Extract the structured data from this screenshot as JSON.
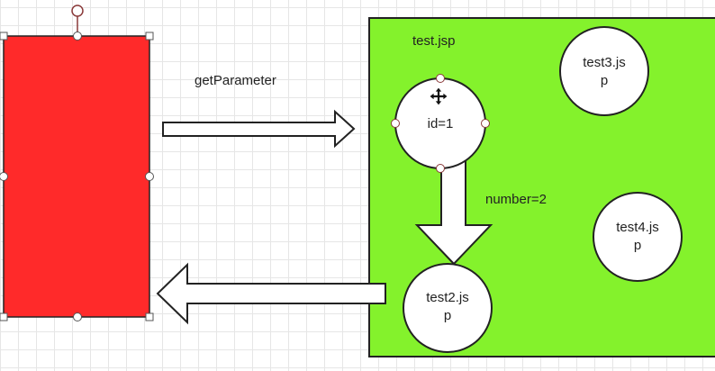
{
  "colors": {
    "left_box_fill": "#ff2a2a",
    "container_fill": "#84f22c",
    "circle_fill": "#ffffff",
    "stroke": "#222222",
    "selection_handle_stroke": "#8a3a3a"
  },
  "labels": {
    "get_parameter": "getParameter",
    "container_title": "test.jsp",
    "number_label": "number=2"
  },
  "circles": {
    "id": {
      "line1": "id=1",
      "line2": ""
    },
    "test2": {
      "line1": "test2.js",
      "line2": "p"
    },
    "test3": {
      "line1": "test3.js",
      "line2": "p"
    },
    "test4": {
      "line1": "test4.js",
      "line2": "p"
    }
  },
  "icons": {
    "move_cursor": "move-cursor-icon"
  }
}
